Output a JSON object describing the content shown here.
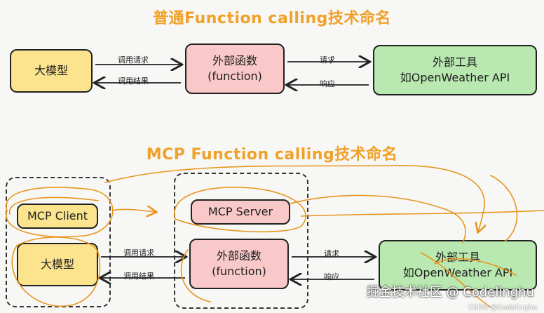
{
  "top": {
    "title": "普通Function calling技术命名",
    "llm": "大模型",
    "func_line1": "外部函数",
    "func_line2": "(function)",
    "tool_line1": "外部工具",
    "tool_line2": "如OpenWeather API",
    "call_request": "调用请求",
    "call_result": "调用结果",
    "request": "请求",
    "response": "响应"
  },
  "bottom": {
    "title": "MCP Function calling技术命名",
    "mcp_client": "MCP Client",
    "mcp_server": "MCP Server",
    "llm": "大模型",
    "func_line1": "外部函数",
    "func_line2": "(function)",
    "tool_line1": "外部工具",
    "tool_line2": "如OpenWeather API",
    "call_request": "调用请求",
    "call_result": "调用结果",
    "request": "请求",
    "response": "响应"
  },
  "watermark": {
    "main": "掘金技术社区 @ Codelinghu",
    "sub": "CSDN @Codelinghu"
  },
  "colors": {
    "title": "#f0a12a",
    "yellow": "#fbe48d",
    "pink": "#f9c8c8",
    "green": "#b9e8b0",
    "scribble": "#e8961e"
  }
}
